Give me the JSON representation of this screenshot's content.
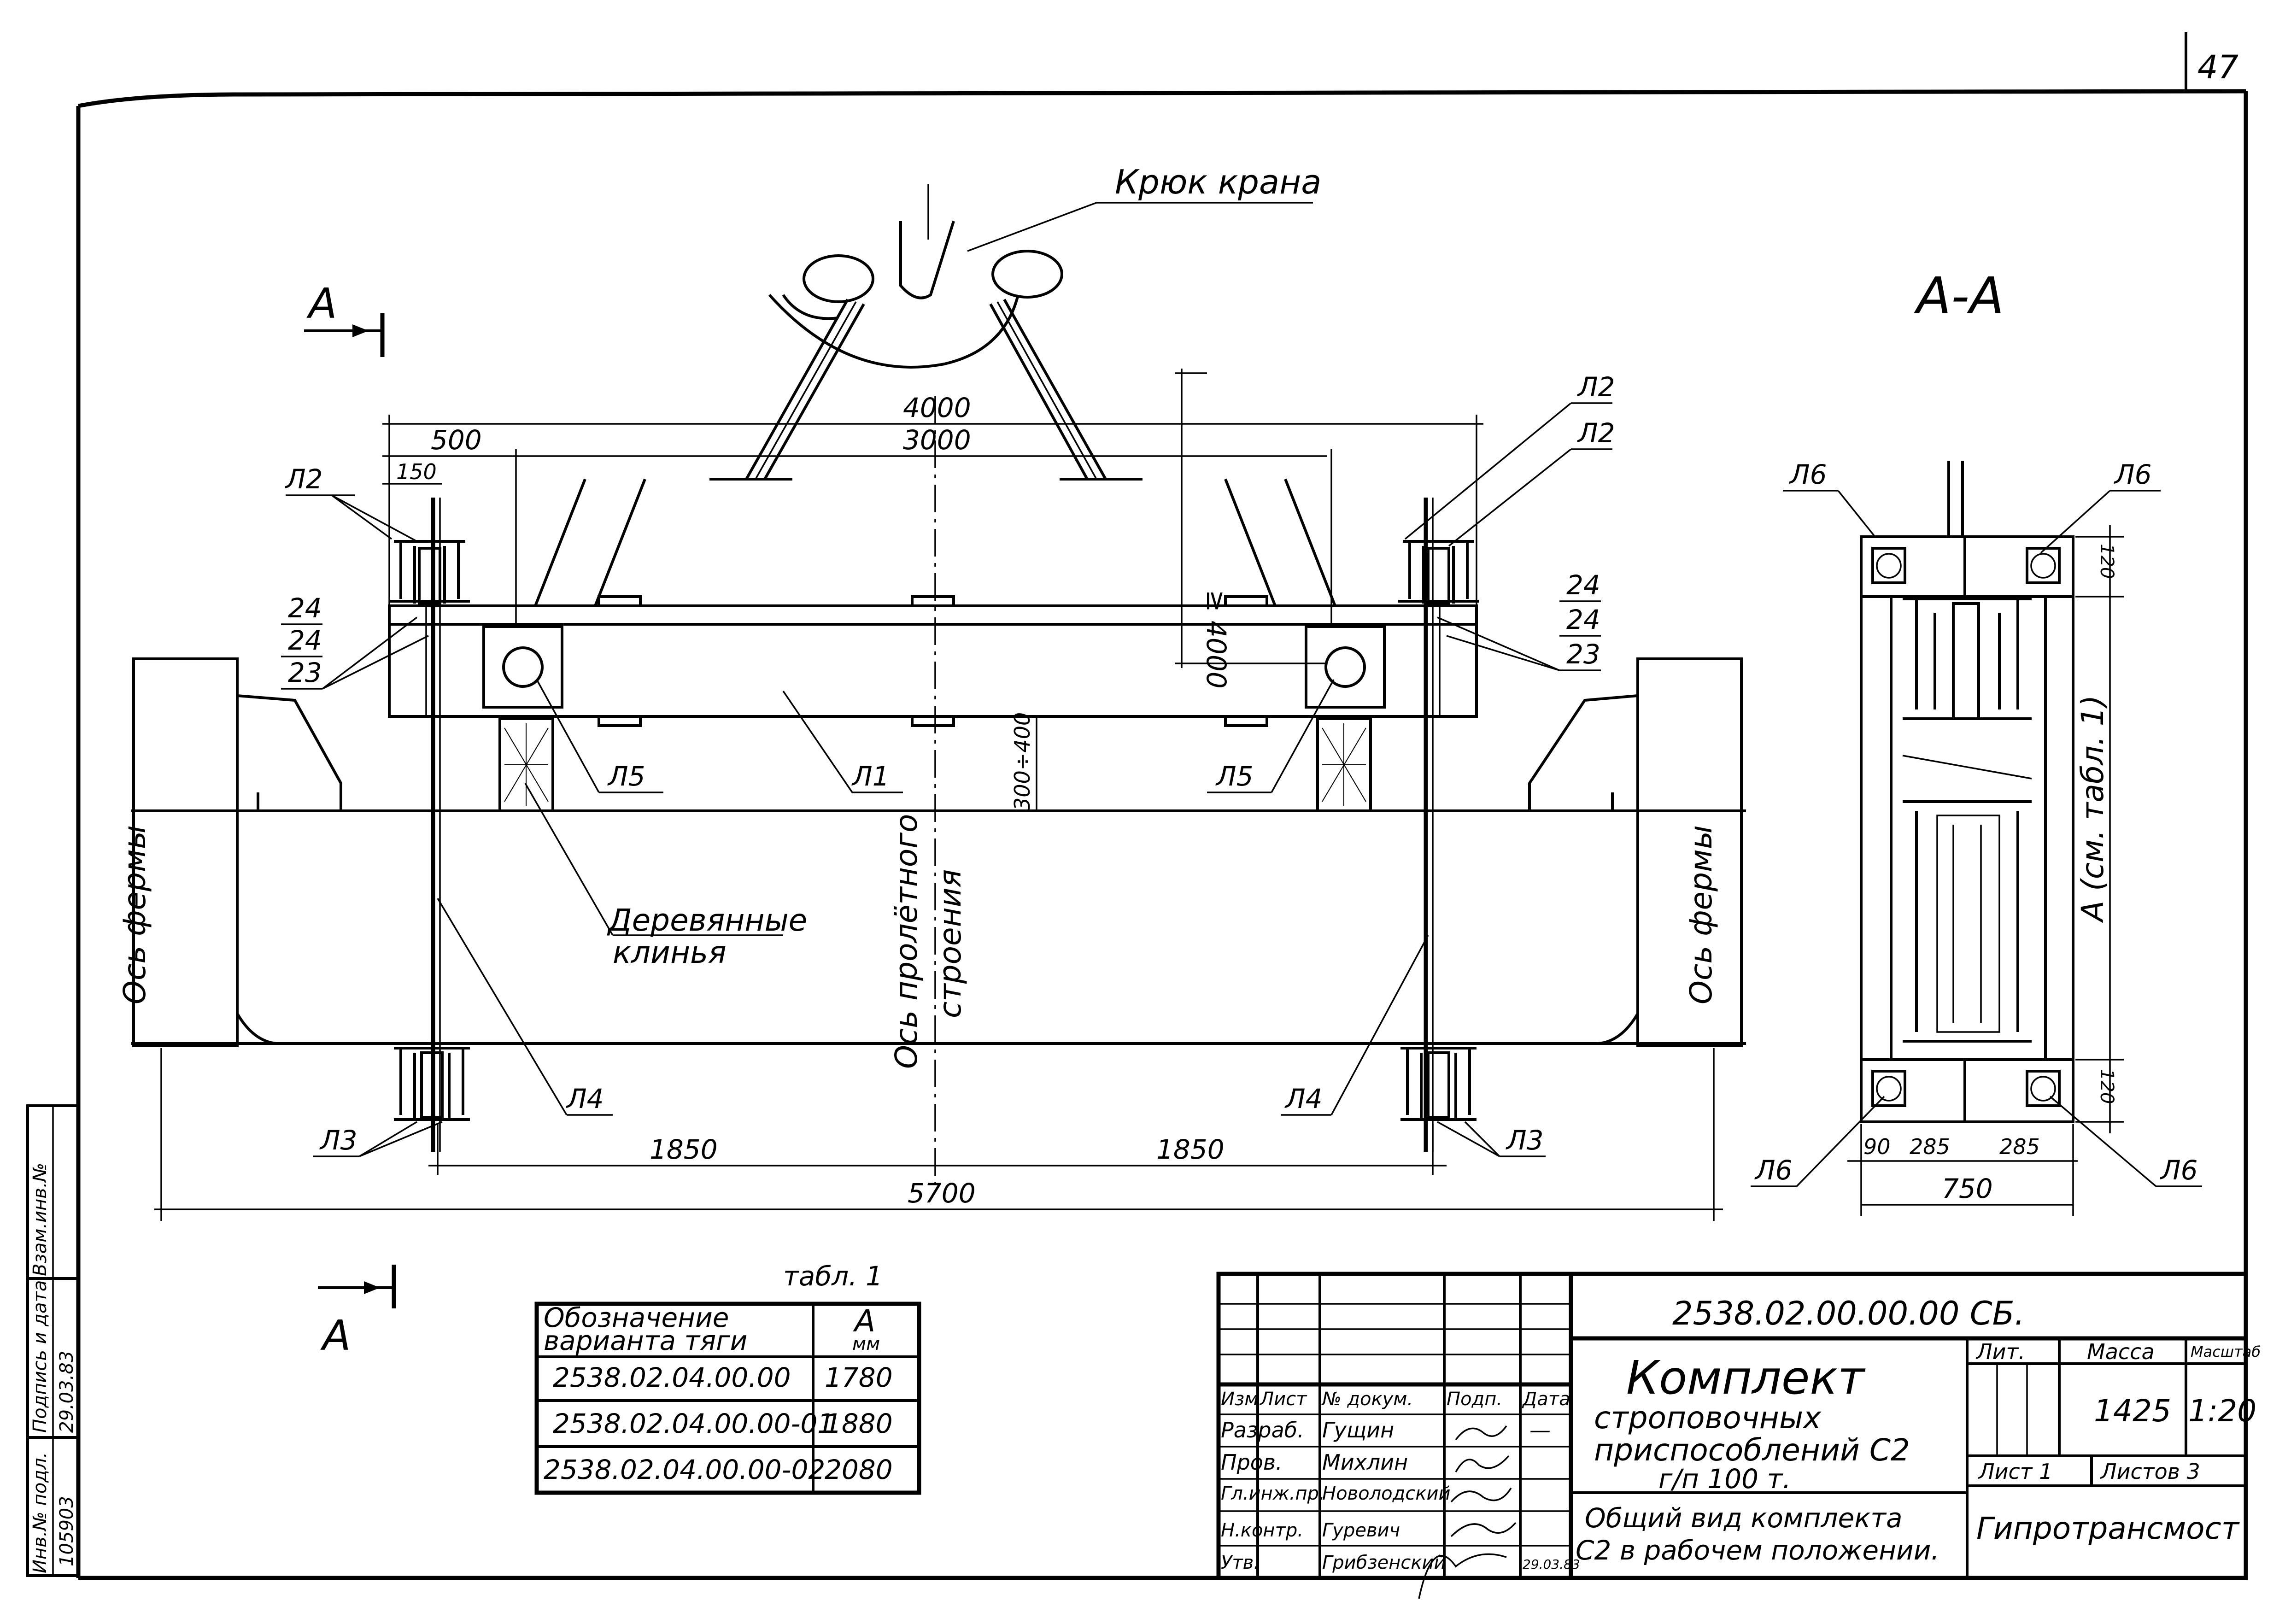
{
  "sheet_number": "47",
  "hook_label": "Крюк крана",
  "section_mark": "A",
  "section_title": "A-A",
  "parts": {
    "L1": "Л1",
    "L2": "Л2",
    "L3": "Л3",
    "L4": "Л4",
    "L5": "Л5",
    "L6": "Л6",
    "p23": "23",
    "p24": "24"
  },
  "dimensions": {
    "d4000": "4000",
    "d3000": "3000",
    "d500": "500",
    "d150": "150",
    "dge4000": "≥ 4000",
    "d300_400": "300÷400",
    "d1850": "1850",
    "d5700": "5700",
    "d120": "120",
    "d90": "90",
    "d285": "285",
    "d750": "750",
    "dA": "A (см. табл. 1)"
  },
  "axes": {
    "support_axis": "Ось фермы",
    "span_axis_line1": "Ось пролётного",
    "span_axis_line2": "строения"
  },
  "wedges_line1": "Деревянные",
  "wedges_line2": "клинья",
  "table1": {
    "caption": "табл. 1",
    "header_col1_line1": "Обозначение",
    "header_col1_line2": "варианта тяги",
    "header_col2": "A",
    "header_col2_unit": "мм",
    "rows": [
      {
        "designation": "2538.02.04.00.00",
        "value": "1780"
      },
      {
        "designation": "2538.02.04.00.00-01",
        "value": "1880"
      },
      {
        "designation": "2538.02.04.00.00-02",
        "value": "2080"
      }
    ]
  },
  "title_block": {
    "doc_code": "2538.02.00.00.00 СБ.",
    "title_line1": "Комплект",
    "title_line2": "строповочных",
    "title_line3": "приспособлений С2",
    "title_line4": "г/п 100 т.",
    "subtitle_line1": "Общий вид комплекта",
    "subtitle_line2": "С2 в рабочем положении.",
    "head_izm": "Изм",
    "head_list": "Лист",
    "head_doc": "№ докум.",
    "head_sign": "Подп.",
    "head_date": "Дата",
    "roles": [
      {
        "role": "Разраб.",
        "name": "Гущин",
        "date": "—"
      },
      {
        "role": "Пров.",
        "name": "Михлин",
        "date": ""
      },
      {
        "role": "Гл.инж.пр.",
        "name": "Новолодский",
        "date": ""
      },
      {
        "role": "",
        "name": "",
        "date": ""
      },
      {
        "role": "Н.контр.",
        "name": "Гуревич",
        "date": ""
      },
      {
        "role": "Утв.",
        "name": "Грибзенский",
        "date": "29.03.83"
      }
    ],
    "lit_label": "Лит.",
    "mass_label": "Масса",
    "scale_label": "Масштаб",
    "mass_value": "1425",
    "scale_value": "1:20",
    "sheet_label": "Лист 1",
    "sheets_label": "Листов 3",
    "org": "Гипротрансмост"
  },
  "side_stamp": {
    "inv_label": "Инв.№ подл.",
    "inv_value": "105903",
    "sign_label": "Подпись и дата",
    "sign_date": "29.03.83",
    "replace_label": "Взам.инв.№"
  }
}
